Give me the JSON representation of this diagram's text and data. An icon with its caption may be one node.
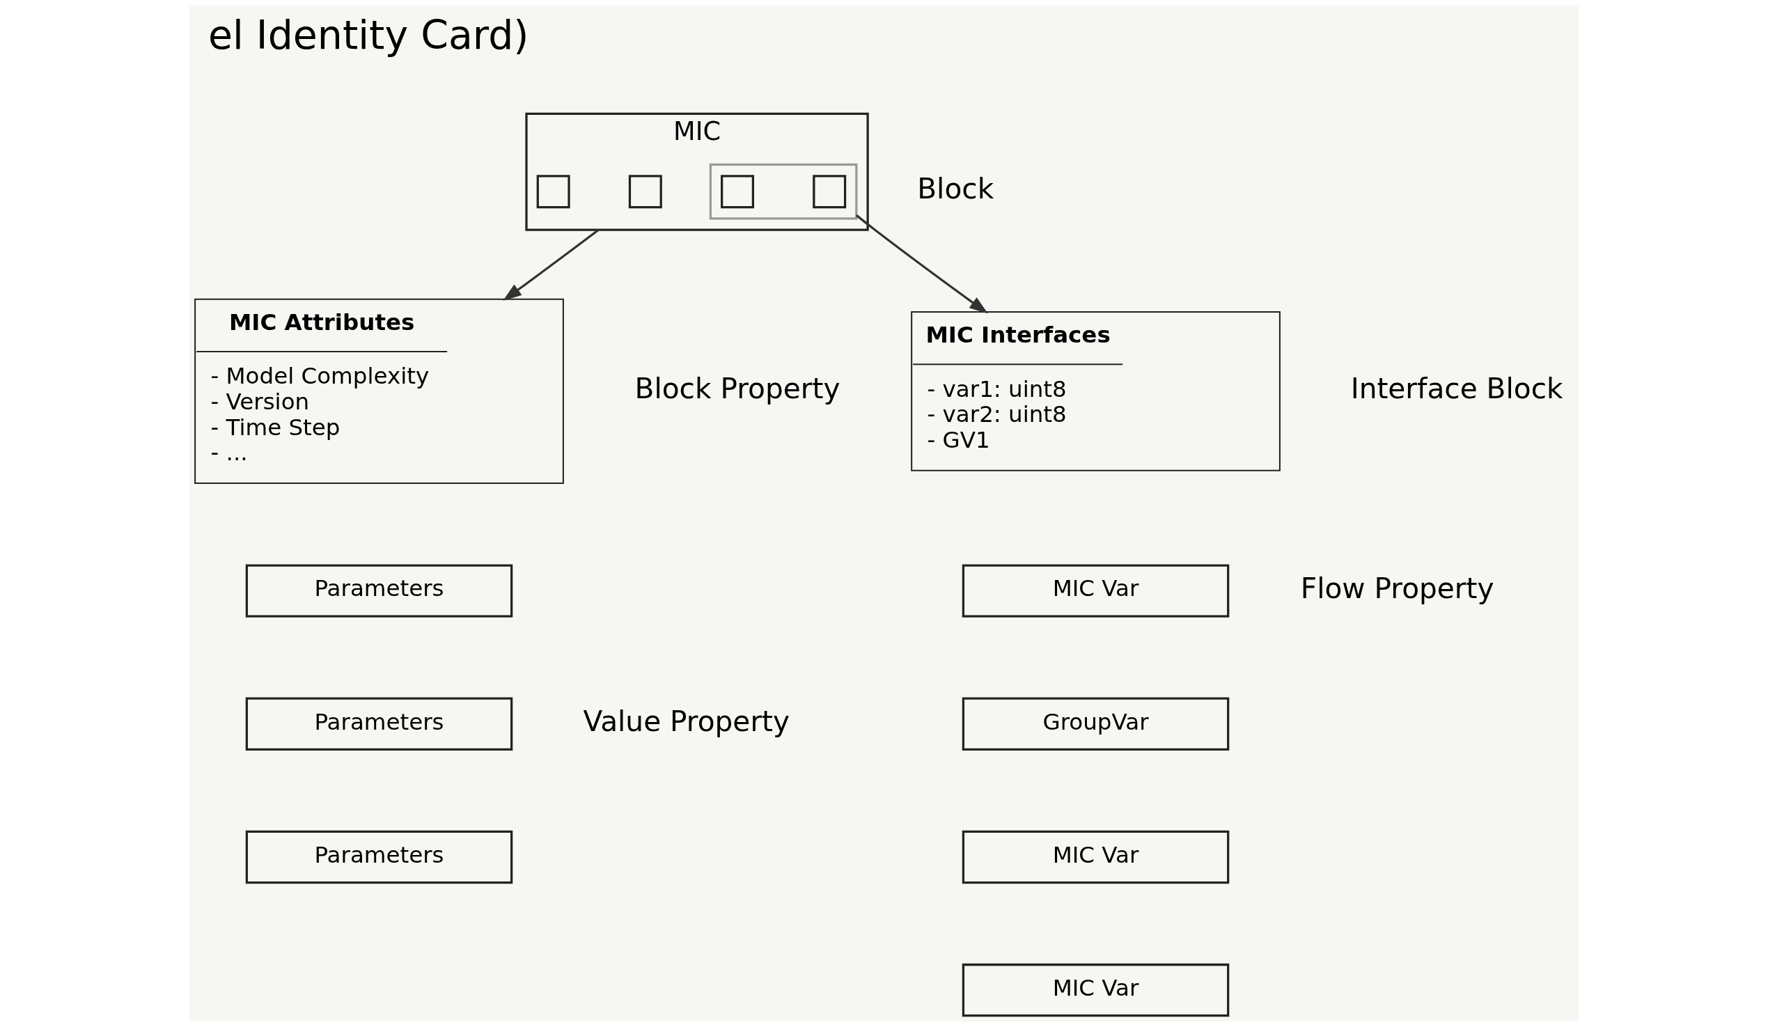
{
  "diagram": {
    "title": "el Identity Card)",
    "nodes": [
      {
        "text": [
          "MIC"
        ],
        "beside": [
          "Block"
        ]
      },
      {
        "text": [],
        "shape": "box",
        "in": 0
      },
      {
        "text": [],
        "shape": "box",
        "in": 0
      },
      {
        "text": [],
        "shape": "box",
        "in": 0
      },
      {
        "text": [],
        "shape": "box",
        "in": 3
      },
      {
        "text": [],
        "shape": "box",
        "in": 3
      },
      {
        "text": [
          "MIC Attributes",
          "- Model Complexity - Version - Time Step - ..."
        ],
        "beside": [
          "Block Property"
        ]
      },
      {
        "text": [
          "MIC Interfaces",
          "- var1: uint8 - var2: uint8 - GV1"
        ],
        "beside": [
          "Interface Block"
        ]
      },
      {
        "text": [
          "MIC Var"
        ],
        "beside": [
          "Flow Property"
        ]
      },
      {
        "text": [
          "GroupVar"
        ]
      },
      {
        "text": [
          "MIC Var"
        ]
      },
      {
        "text": [
          "MIC Var"
        ]
      },
      {
        "text": [
          "Parameters"
        ]
      },
      {
        "text": [
          "Parameters"
        ],
        "beside": [
          "Value Property"
        ]
      },
      {
        "text": [
          "Parameters"
        ]
      }
    ],
    "edges": [
      {
        "from": 0,
        "to": 6,
        "arrow": "to"
      },
      {
        "from": 3,
        "to": 7,
        "arrow": "to"
      }
    ]
  }
}
